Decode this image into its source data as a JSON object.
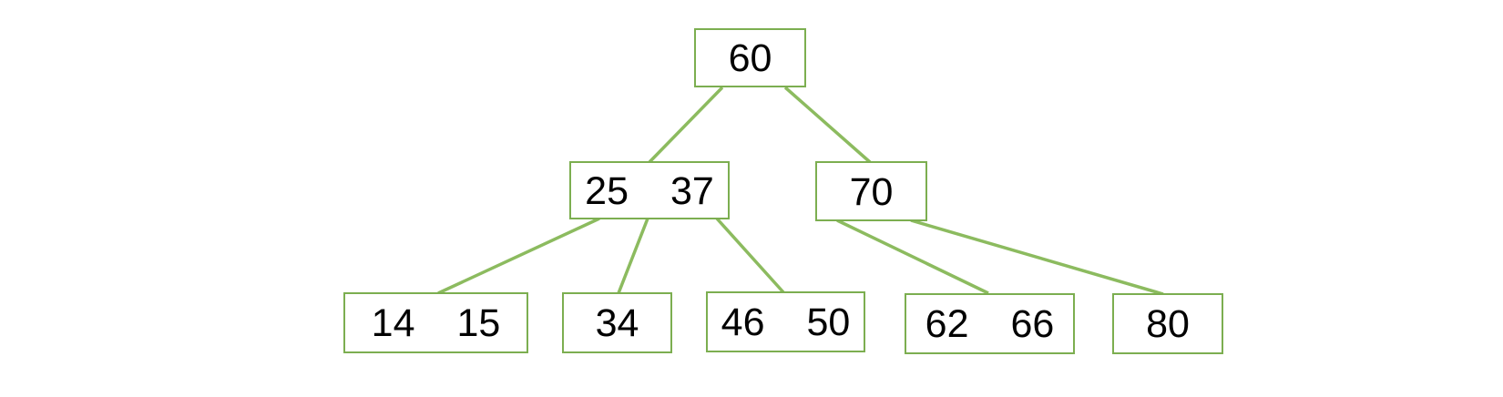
{
  "diagram": {
    "type": "b-tree",
    "background": "#ffffff",
    "colors": {
      "node_border": "#7cae50",
      "edge_line": "#8cbb5f",
      "key_text": "#000000"
    },
    "nodes": [
      {
        "id": "60",
        "level": 0,
        "keys": [
          "60"
        ]
      },
      {
        "id": "25-37",
        "level": 1,
        "keys": [
          "25",
          "37"
        ]
      },
      {
        "id": "70",
        "level": 1,
        "keys": [
          "70"
        ]
      },
      {
        "id": "14-15",
        "level": 2,
        "keys": [
          "14",
          "15"
        ]
      },
      {
        "id": "34",
        "level": 2,
        "keys": [
          "34"
        ]
      },
      {
        "id": "46-50",
        "level": 2,
        "keys": [
          "46",
          "50"
        ]
      },
      {
        "id": "62-66",
        "level": 2,
        "keys": [
          "62",
          "66"
        ]
      },
      {
        "id": "80",
        "level": 2,
        "keys": [
          "80"
        ]
      }
    ],
    "edges": [
      {
        "from": "60",
        "to": "25-37"
      },
      {
        "from": "60",
        "to": "70"
      },
      {
        "from": "25-37",
        "to": "14-15"
      },
      {
        "from": "25-37",
        "to": "34"
      },
      {
        "from": "25-37",
        "to": "46-50"
      },
      {
        "from": "70",
        "to": "62-66"
      },
      {
        "from": "70",
        "to": "80"
      }
    ]
  }
}
